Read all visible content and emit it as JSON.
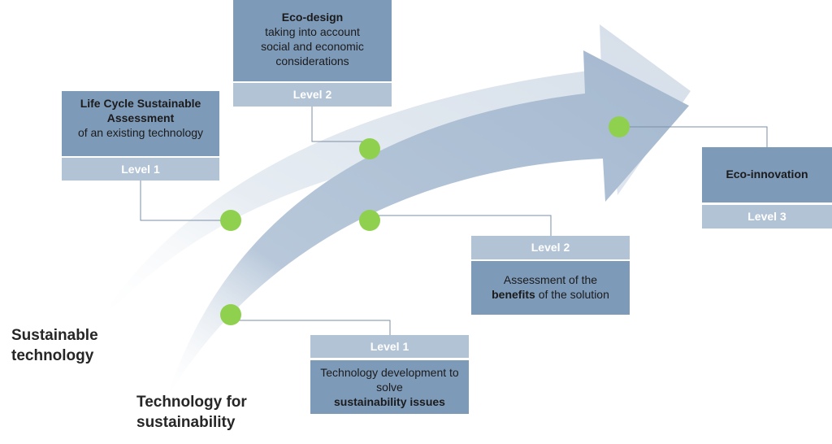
{
  "labels": {
    "sustainable_technology": [
      "Sustainable",
      "technology"
    ],
    "technology_for_sustainability": [
      "Technology for",
      "sustainability"
    ]
  },
  "upper": {
    "lcsa": {
      "title": "Life Cycle Sustainable Assessment",
      "body": "of an existing technology",
      "level": "Level 1"
    },
    "ecodesign": {
      "title": "Eco-design",
      "body": "taking into account social and economic considerations",
      "level": "Level 2"
    }
  },
  "lower": {
    "benefits": {
      "level": "Level 2",
      "text_pre": "Assessment of the",
      "text_bold": "benefits",
      "text_post": "of the solution"
    },
    "techdev": {
      "level": "Level 1",
      "text_pre": "Technology development to solve",
      "text_bold": "sustainability issues"
    }
  },
  "eco_innovation": {
    "title": "Eco-innovation",
    "level": "Level 3"
  },
  "colors": {
    "dark_box": "#7e9ab9",
    "light_box": "#b3c3d6",
    "front_arrow": "#a7bad0",
    "back_arrow": "#d9e1eb",
    "dot": "#8fd14f",
    "connector": "#7b8fa8"
  }
}
